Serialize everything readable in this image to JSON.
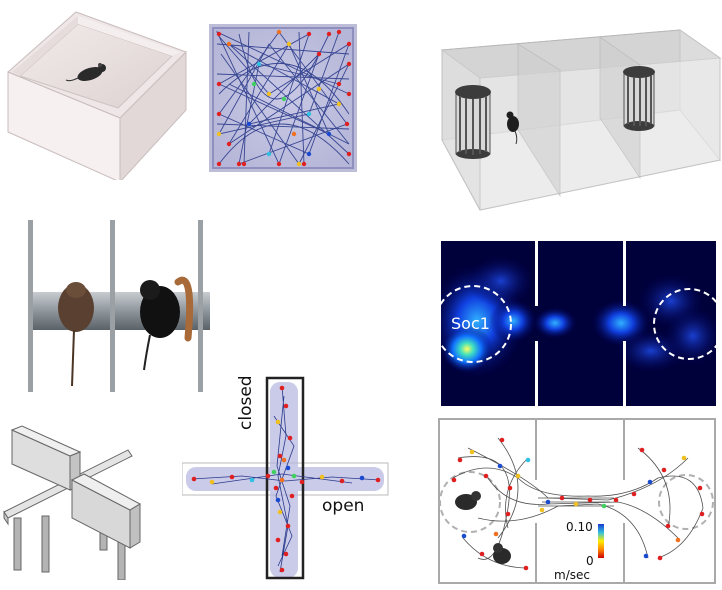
{
  "elevated_plus_maze": {
    "closed_arm_label": "closed",
    "open_arm_label": "open"
  },
  "three_chamber_heatmap": {
    "zone_label": "Soc1"
  },
  "speed_colorbar": {
    "max_label": "0.10",
    "min_label": "0",
    "unit_label": "m/sec"
  }
}
